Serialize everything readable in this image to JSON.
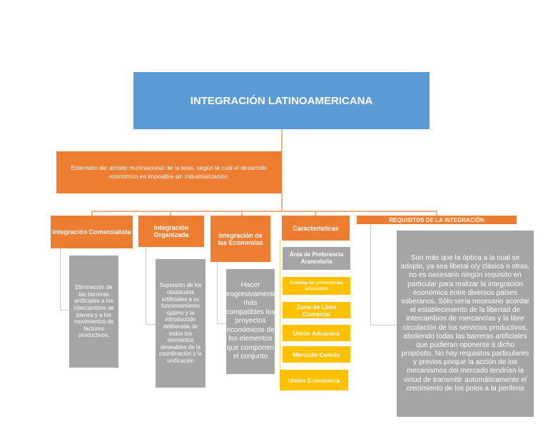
{
  "root": {
    "title": "INTEGRACIÓN LATINOAMERICANA"
  },
  "intro": {
    "text": "Extensión del ámbito multinacional de la tesis, según la cual el desarrollo económico es imposible sin industrialización."
  },
  "branches": {
    "comercialista": {
      "title": "Integración Comercialista",
      "desc": "Eliminación de las barreras artificiales a los intercambios de bienes y a los movimientos de factores productivos."
    },
    "organizada": {
      "title": "Integración Organizada",
      "desc": "Supresión de los obstáculos artificiales a su funcionamiento óptimo y la introducción deliberada de todos los elementos deseables de la coordinación y la unificación"
    },
    "economias": {
      "title": "Integración de las Economías",
      "desc": "Hacer progresivamente más compatibles los proyectos económicos de los elementos que componen el conjunto"
    },
    "caracteristicas": {
      "title": "Características",
      "items": [
        "Área de Preferencia Arancelaria",
        "Sistema de preferencias aduaneras",
        "Zona de Libre Comercio",
        "Unión Aduanera",
        "Mercado Común",
        "Unión Económica"
      ]
    },
    "requisitos": {
      "title": "REQUISITOS DE LA INTEGRACIÓN",
      "desc": "Son más que la óptica a la cual se adopte, ya sea liberal o/y clásica o otras, no es necesario ningún requisito en particular para realizar la integración económica entre diversos países soberanos. Sólo sería necesario acordar el establecimiento de la libertad de intercambios de mercancías y la libre circulación de los servicios productivos, aboliendo todas las barreras artificiales que pudieran oponerse a dicho propósito. No hay requisitos particulares y previos porque la acción de los mecanismos del mercado tendrían la virtud de transmitir automáticamente el crecimiento de los polos a la periferia"
    }
  },
  "colors": {
    "blue": "#5b9bd5",
    "orange": "#ed7d31",
    "gray": "#a5a5a5",
    "yellow": "#ffc000"
  }
}
